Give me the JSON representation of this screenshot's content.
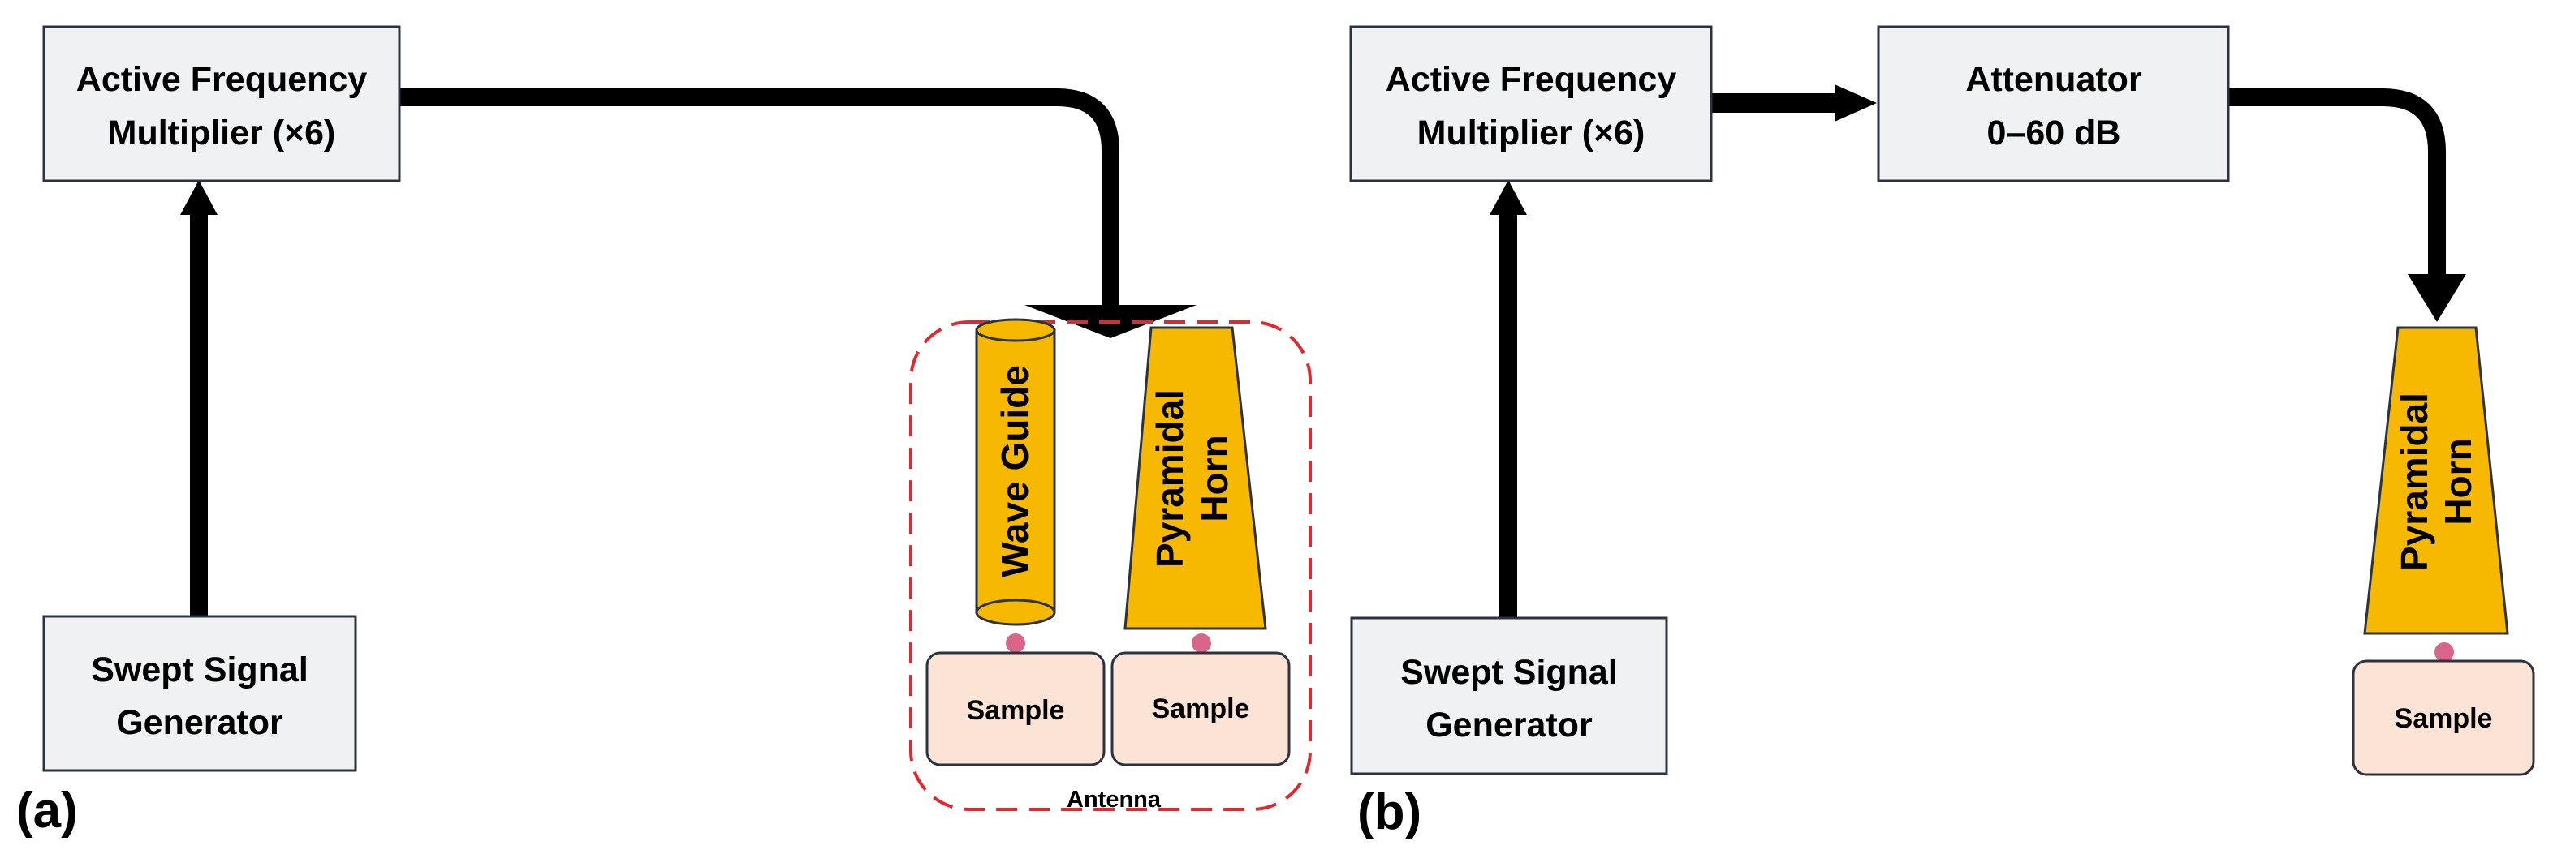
{
  "colors": {
    "box_fill": "#f0f1f2",
    "box_stroke": "#2b3340",
    "arrow": "#000000",
    "horn_fill": "#f7b900",
    "sample_fill": "#fbe3d6",
    "sample_stroke": "#2b3340",
    "contact": "#d9668a",
    "antenna_outline": "#e0282e"
  },
  "panel_a": {
    "label": "(a)",
    "multiplier": {
      "line1": "Active Frequency",
      "line2": "Multiplier (×6)"
    },
    "generator": {
      "line1": "Swept Signal",
      "line2": "Generator"
    },
    "waveguide": "Wave Guide",
    "horn": {
      "line1": "Pyramidal",
      "line2": "Horn"
    },
    "sample_1": "Sample",
    "sample_2": "Sample",
    "antenna": "Antenna"
  },
  "panel_b": {
    "label": "(b)",
    "multiplier": {
      "line1": "Active Frequency",
      "line2": "Multiplier (×6)"
    },
    "attenuator": {
      "line1": "Attenuator",
      "line2": "0–60 dB"
    },
    "generator": {
      "line1": "Swept Signal",
      "line2": "Generator"
    },
    "horn": {
      "line1": "Pyramidal",
      "line2": "Horn"
    },
    "sample": "Sample"
  }
}
